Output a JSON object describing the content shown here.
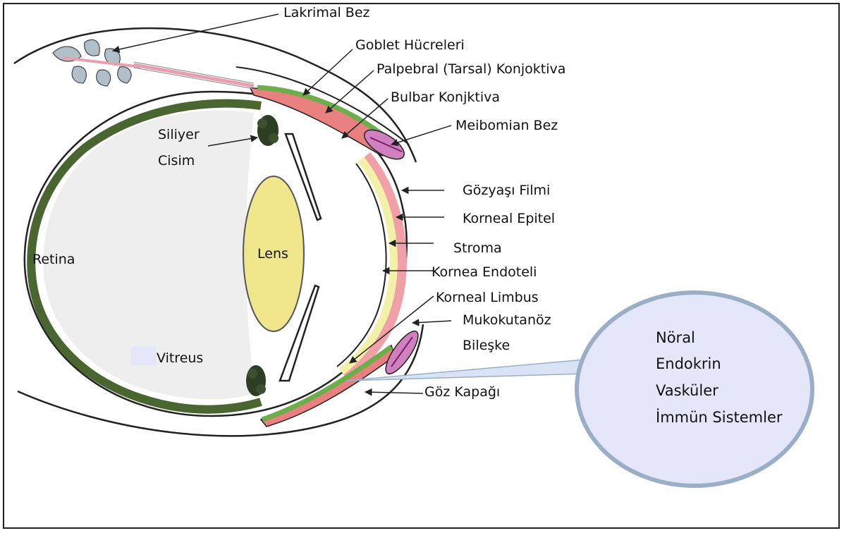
{
  "labels": {
    "lacrimal_gland": "Lakrimal Bez",
    "goblet_cells": "Goblet Hücreleri",
    "palpebral_conjunctiva": "Palpebral (Tarsal) Konjoktiva",
    "bulbar_conjunctiva": "Bulbar Konjktiva",
    "meibomian_gland": "Meibomian Bez",
    "ciliary_body_line1": "Siliyer",
    "ciliary_body_line2": "Cisim",
    "tear_film": "Gözyaşı Filmi",
    "corneal_epithelium": "Korneal Epitel",
    "stroma": "Stroma",
    "corneal_endothelium": "Kornea Endoteli",
    "corneal_limbus": "Korneal Limbus",
    "mucocutaneous_line1": "Mukokutanöz",
    "mucocutaneous_line2": "Bileşke",
    "retina": "Retina",
    "lens": "Lens",
    "vitreous": "Vitreus",
    "eyelid": "Göz Kapağı"
  },
  "systems": [
    "Nöral",
    "Endokrin",
    "Vasküler",
    "İmmün Sistemler"
  ],
  "colors": {
    "retina": "#4a6630",
    "vitreous": "#eeeeee",
    "lens": "#f0e68c",
    "tear_film": "#f2a0a8",
    "epithelium": "#f3f0a8",
    "conjunctiva": "#6cae4a",
    "gland": "#b0bfc8",
    "systems_bubble": "#e4e6fa",
    "systems_border": "#9aaec6"
  }
}
